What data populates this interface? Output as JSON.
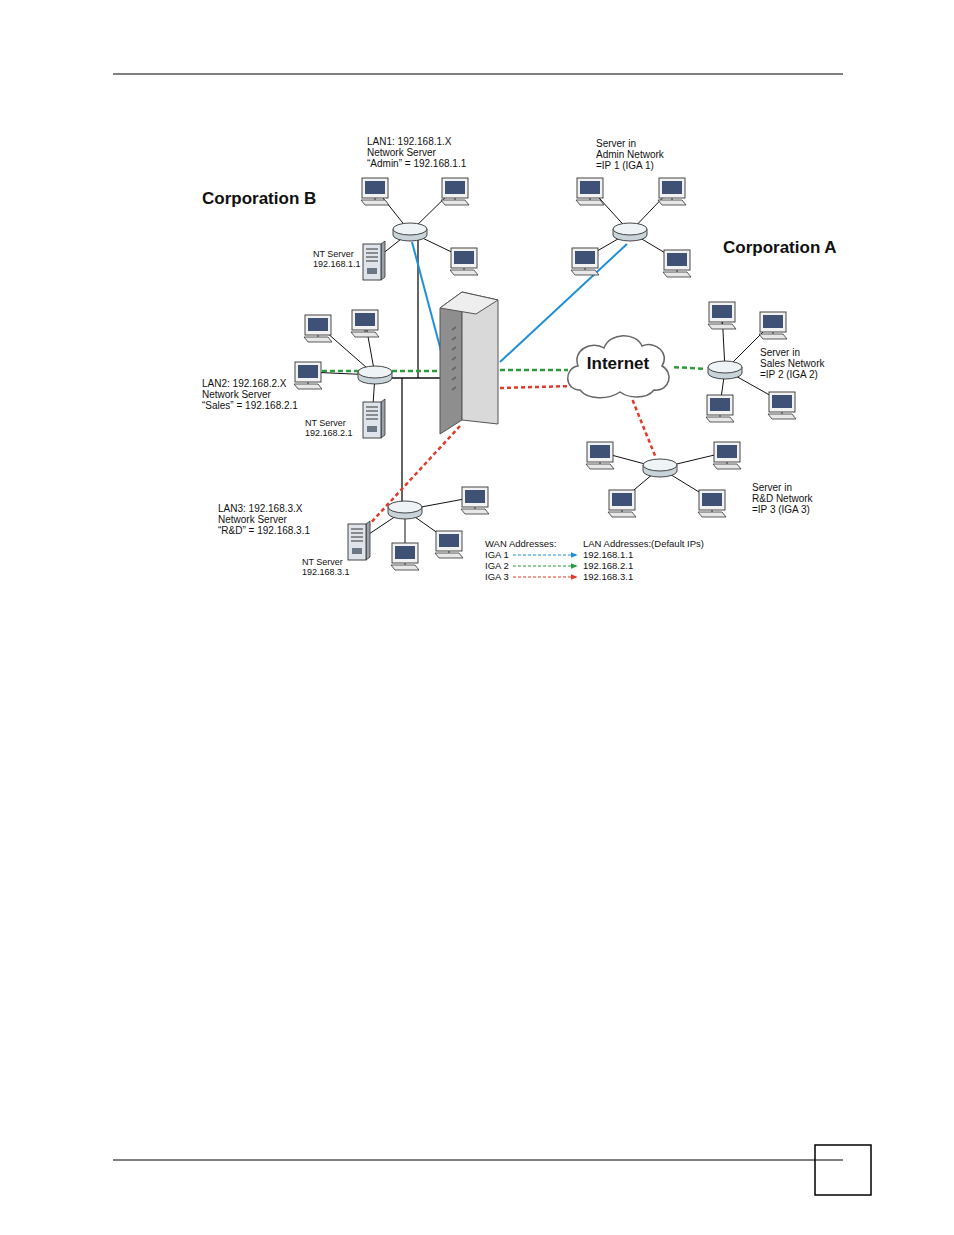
{
  "diagram": {
    "nodes": [
      {
        "text": [
          "LAN1: 192.168.1.X Network Server “Admin” = 192.168.1.1"
        ]
      },
      {
        "text": [
          "Server in Admin Network =IP 1 (IGA 1)"
        ]
      },
      {
        "text": [
          "Internet"
        ]
      },
      {
        "text": [
          "Server in Sales Network =IP 2 (IGA 2)"
        ]
      },
      {
        "text": [
          "LAN2: 192.168.2.X Network Server “Sales” = 192.168.2.1"
        ]
      },
      {
        "text": [
          "LAN3: 192.168.3.X Network Server “R&D” = 192.168.3.1"
        ]
      },
      {
        "text": [
          "Server in R&D Network =IP 3 (IGA 3)"
        ]
      }
    ],
    "edges": [
      {
        "from": 2,
        "to": 3,
        "arrow": "none"
      },
      {
        "from": 2,
        "to": 6,
        "arrow": "none"
      }
    ],
    "labels": [
      "Corporation B",
      "Corporation A",
      "NT Server 192.168.1.1",
      "NT Server 192.168.2.1",
      "NT Server 192.168.3.1",
      "WAN Addresses:",
      "LAN Addresses:(Default IPs)",
      "IGA 1",
      "192.168.1.1",
      "IGA 2",
      "192.168.2.1",
      "IGA 3",
      "192.168.3.1"
    ]
  }
}
